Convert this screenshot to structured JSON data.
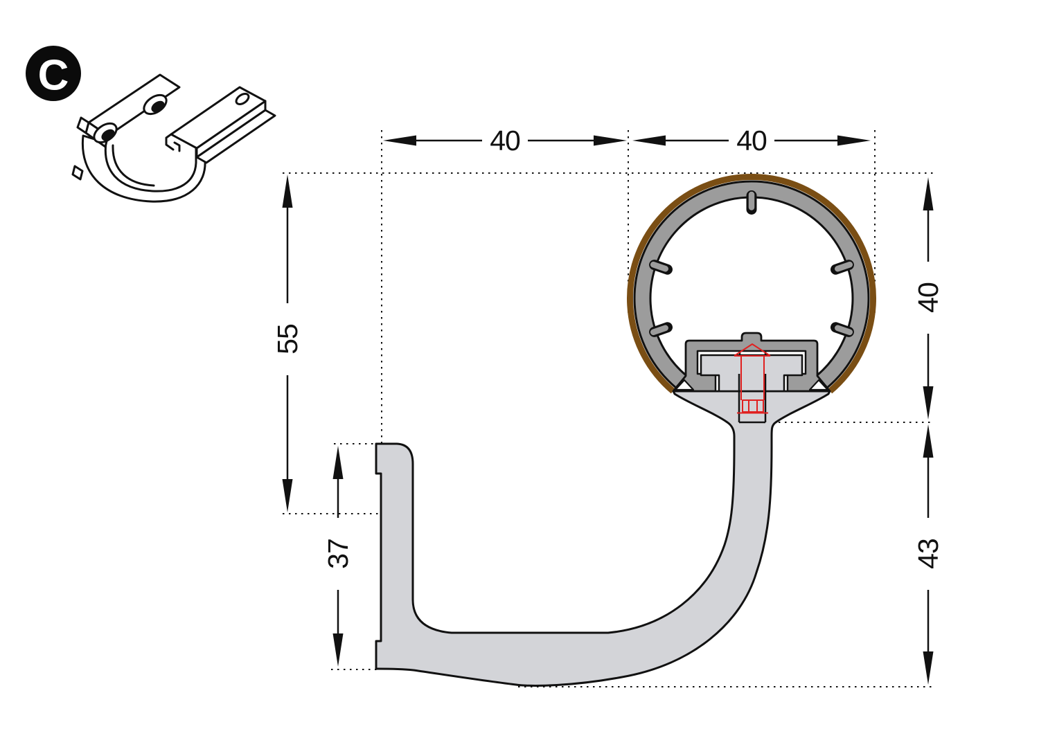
{
  "drawing": {
    "badge_letter": "C",
    "dimensions": {
      "wall_to_rail": "40",
      "rail_width": "40",
      "rail_top_to_bracket": "55",
      "wall_plate_height": "37",
      "rail_height": "40",
      "below_rail_drop": "43"
    },
    "colors": {
      "bracket_fill": "#d3d4d8",
      "profile_gray": "#9c9c9c",
      "timber_brown": "#7a4e14",
      "screw_red": "#e02020",
      "line_black": "#111111",
      "background": "#ffffff"
    }
  }
}
